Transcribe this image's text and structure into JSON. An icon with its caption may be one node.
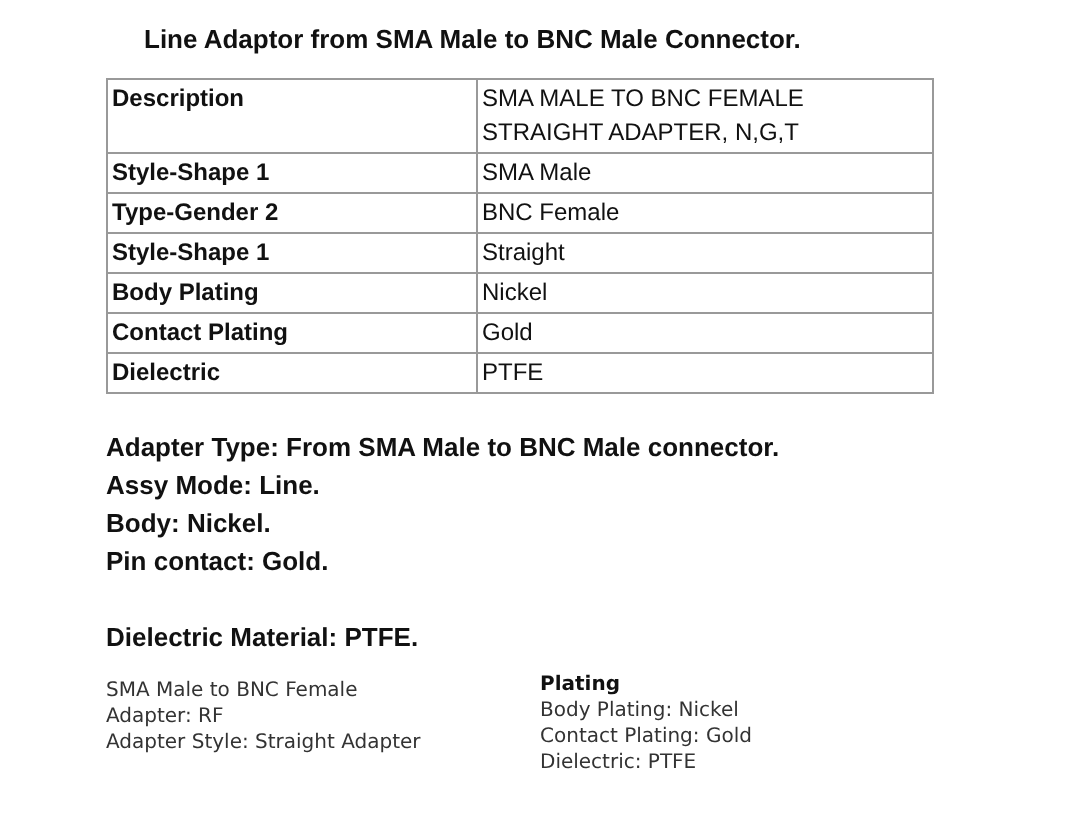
{
  "diagram": {
    "title": "Line Adaptor from SMA Male to BNC Male Connector.",
    "labels": [
      "Description",
      "SMA MALE TO BNC FEMALE STRAIGHT ADAPTER, N,G,T",
      "Style-Shape 1",
      "SMA Male",
      "Type-Gender 2",
      "BNC Female",
      "Style-Shape 1",
      "Straight",
      "Body Plating",
      "Nickel",
      "Contact Plating",
      "Gold",
      "Dielectric",
      "PTFE",
      "Adapter Type: From SMA Male to BNC Male connector.",
      "Assy Mode: Line.",
      "Body: Nickel.",
      "Pin contact: Gold.",
      "Dielectric Material: PTFE.",
      "SMA Male to BNC Female",
      "Adapter: RF",
      "Adapter Style: Straight Adapter",
      "Plating",
      "Body Plating: Nickel",
      "Contact Plating: Gold",
      "Dielectric: PTFE"
    ]
  }
}
